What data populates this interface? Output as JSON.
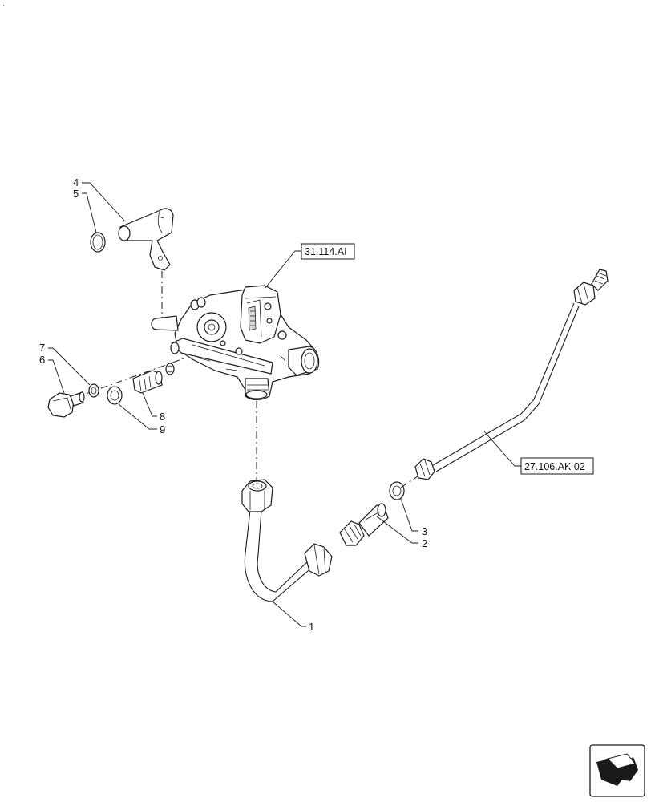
{
  "callouts": {
    "c1": "1",
    "c2": "2",
    "c3": "3",
    "c4": "4",
    "c5": "5",
    "c6": "6",
    "c7": "7",
    "c8": "8",
    "c9": "9"
  },
  "references": {
    "valve_ref": "31.114.AI",
    "tube_ref": "27.106.AK 02"
  },
  "corner_mark": ".",
  "nav_icon": "page-navigation-arrow-icon"
}
